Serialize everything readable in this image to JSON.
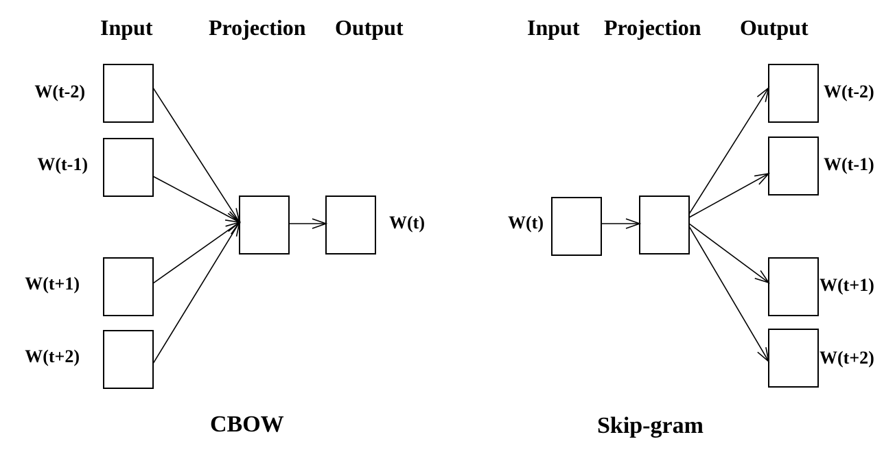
{
  "cbow": {
    "headers": {
      "input": "Input",
      "projection": "Projection",
      "output": "Output"
    },
    "inputs": [
      "W(t-2)",
      "W(t-1)",
      "W(t+1)",
      "W(t+2)"
    ],
    "output": "W(t)",
    "caption": "CBOW"
  },
  "skipgram": {
    "headers": {
      "input": "Input",
      "projection": "Projection",
      "output": "Output"
    },
    "input": "W(t)",
    "outputs": [
      "W(t-2)",
      "W(t-1)",
      "W(t+1)",
      "W(t+2)"
    ],
    "caption": "Skip-gram"
  },
  "colors": {
    "stroke": "#000000",
    "background": "#ffffff"
  }
}
